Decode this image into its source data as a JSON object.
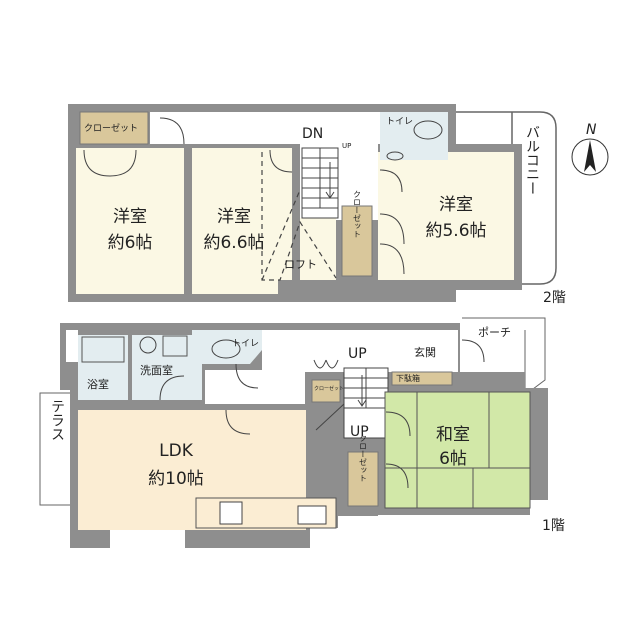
{
  "compass": {
    "label": "N"
  },
  "floor2": {
    "floor_label": "2階",
    "rooms": [
      {
        "name": "洋室",
        "size": "約6帖"
      },
      {
        "name": "洋室",
        "size": "約6.6帖"
      },
      {
        "name": "洋室",
        "size": "約5.6帖"
      }
    ],
    "closet_top": "クローゼット",
    "closet_vertical": "クローゼット",
    "toilet": "トイレ",
    "loft": "ロフト",
    "stairs_down": "DN",
    "stairs_up": "UP",
    "balcony": "バルコニー"
  },
  "floor1": {
    "floor_label": "1階",
    "ldk": {
      "name": "LDK",
      "size": "約10帖"
    },
    "washitsu": {
      "name": "和室",
      "size": "6帖"
    },
    "bath": "浴室",
    "washroom": "洗面室",
    "toilet": "トイレ",
    "entrance": "玄関",
    "shoe_box": "下駄箱",
    "porch": "ポーチ",
    "terrace": "テラス",
    "closet_small": "クローゼット",
    "closet_vertical": "クローゼット",
    "up_hall": "UP",
    "up_stairs": "UP"
  }
}
